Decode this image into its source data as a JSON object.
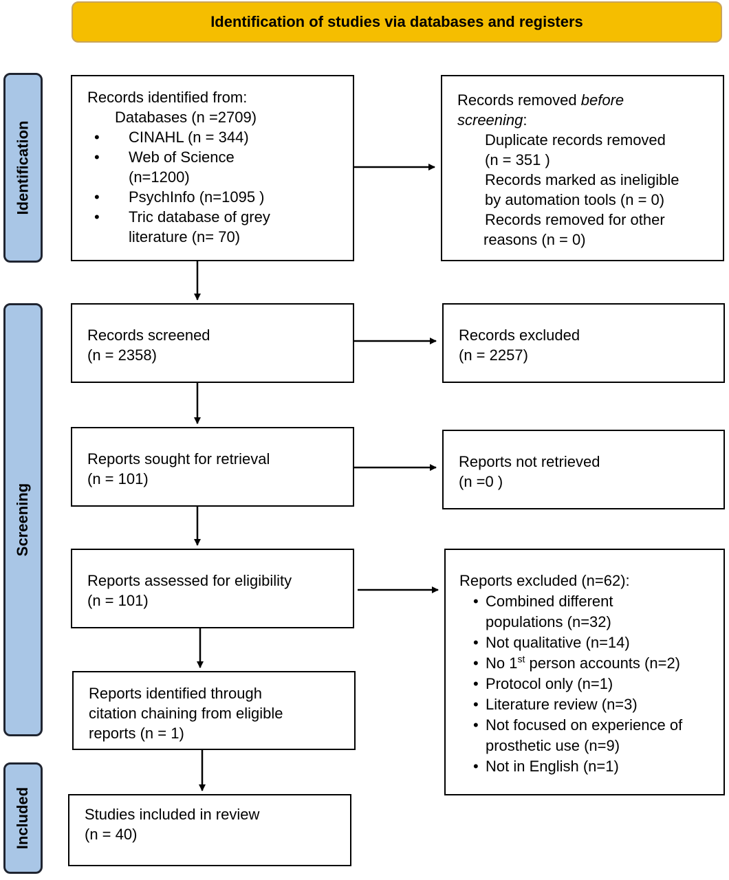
{
  "header": {
    "title": "Identification of studies via databases and registers"
  },
  "phases": {
    "identification": "Identification",
    "screening": "Screening",
    "included": "Included"
  },
  "records_identified": {
    "title": "Records identified from:",
    "databases": "Databases (n =2709)",
    "items": [
      {
        "line1": "CINAHL (n = 344)",
        "line2": ""
      },
      {
        "line1": "Web of Science",
        "line2": "(n=1200)"
      },
      {
        "line1": "PsychInfo (n=1095 )",
        "line2": ""
      },
      {
        "line1": "Tric database of grey",
        "line2": "literature (n= 70)"
      }
    ]
  },
  "records_removed": {
    "lead": "Records removed",
    "emphasis1": "before",
    "emphasis2": "screening",
    "colon": ":",
    "lines": [
      "Duplicate records removed",
      "(n = 351 )",
      "Records marked as ineligible",
      "by automation tools (n = 0)",
      "Records removed for other",
      "reasons (n = 0)"
    ]
  },
  "records_screened": {
    "line1": "Records screened",
    "line2": "(n = 2358)"
  },
  "records_excluded": {
    "line1": "Records excluded",
    "line2": "(n = 2257)"
  },
  "reports_sought": {
    "line1": "Reports sought for retrieval",
    "line2": "(n = 101)"
  },
  "reports_not_retrieved": {
    "line1": "Reports not retrieved",
    "line2": "(n =0 )"
  },
  "reports_assessed": {
    "line1": "Reports assessed for eligibility",
    "line2": "(n = 101)"
  },
  "reports_excluded": {
    "title": "Reports excluded (n=62):",
    "items": [
      {
        "line1": "Combined different",
        "line2": "populations (n=32)"
      },
      {
        "line1": "Not qualitative (n=14)",
        "line2": ""
      },
      {
        "pre": "No 1",
        "sup": "st",
        "post": " person accounts (n=2)"
      },
      {
        "line1": "Protocol only (n=1)",
        "line2": ""
      },
      {
        "line1": "Literature review (n=3)",
        "line2": ""
      },
      {
        "line1": "Not focused on experience of",
        "line2": "prosthetic use (n=9)"
      },
      {
        "line1": "Not in English (n=1)",
        "line2": ""
      }
    ]
  },
  "citation_chaining": {
    "line1": "Reports identified through",
    "line2": "citation chaining from eligible",
    "line3": "reports (n = 1)"
  },
  "studies_included": {
    "line1": "Studies included in review",
    "line2": "(n = 40)"
  }
}
